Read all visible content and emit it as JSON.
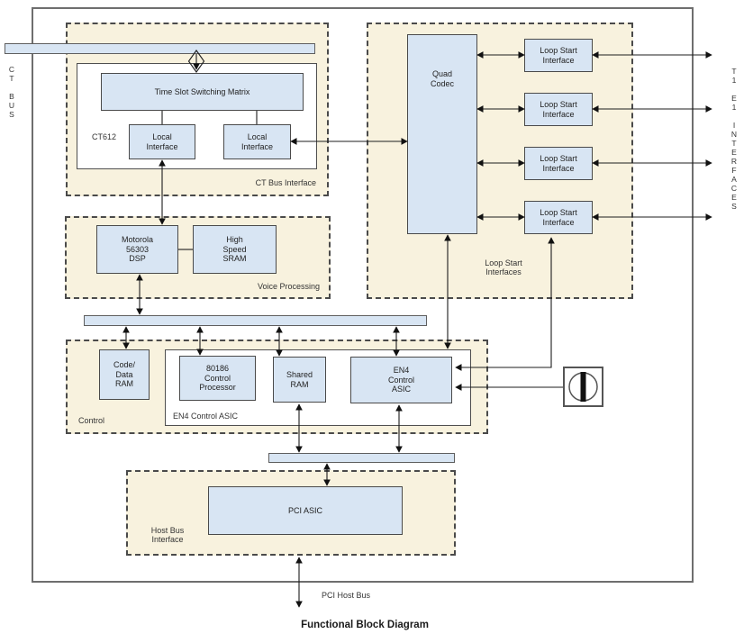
{
  "diagram": {
    "title": "Functional Block Diagram",
    "ct_bus_label": "C\nT\n\nB\nU\nS",
    "t1e1_label": "T\n1\n\nE\n1\n\nI\nN\nT\nE\nR\nF\nA\nC\nE\nS",
    "pci_host_bus_label": "PCI Host Bus",
    "colors": {
      "block_fill": "#d8e5f3",
      "group_fill": "#f8f2de",
      "line": "#1a1a1a"
    },
    "icons": {
      "oscillator": "circle-with-vertical-bar"
    },
    "ct_bus_interface": {
      "group_label": "CT Bus Interface",
      "chip_label": "CT612",
      "matrix": "Time Slot Switching Matrix",
      "local_interface_left": "Local\nInterface",
      "local_interface_right": "Local\nInterface"
    },
    "voice_processing": {
      "group_label": "Voice Processing",
      "dsp": "Motorola\n56303\nDSP",
      "sram": "High\nSpeed\nSRAM"
    },
    "control": {
      "group_label": "Control",
      "container_label": "EN4 Control ASIC",
      "code_data_ram": "Code/\nData\nRAM",
      "processor": "80186\nControl\nProcessor",
      "shared_ram": "Shared\nRAM",
      "en4_asic": "EN4\nControl\nASIC"
    },
    "loop_start": {
      "group_label": "Loop Start\nInterfaces",
      "quad_codec": "Quad\nCodec",
      "interfaces": [
        "Loop Start\nInterface",
        "Loop Start\nInterface",
        "Loop Start\nInterface",
        "Loop Start\nInterface"
      ]
    },
    "host_bus": {
      "group_label": "Host Bus\nInterface",
      "pci_asic": "PCI ASIC"
    }
  }
}
